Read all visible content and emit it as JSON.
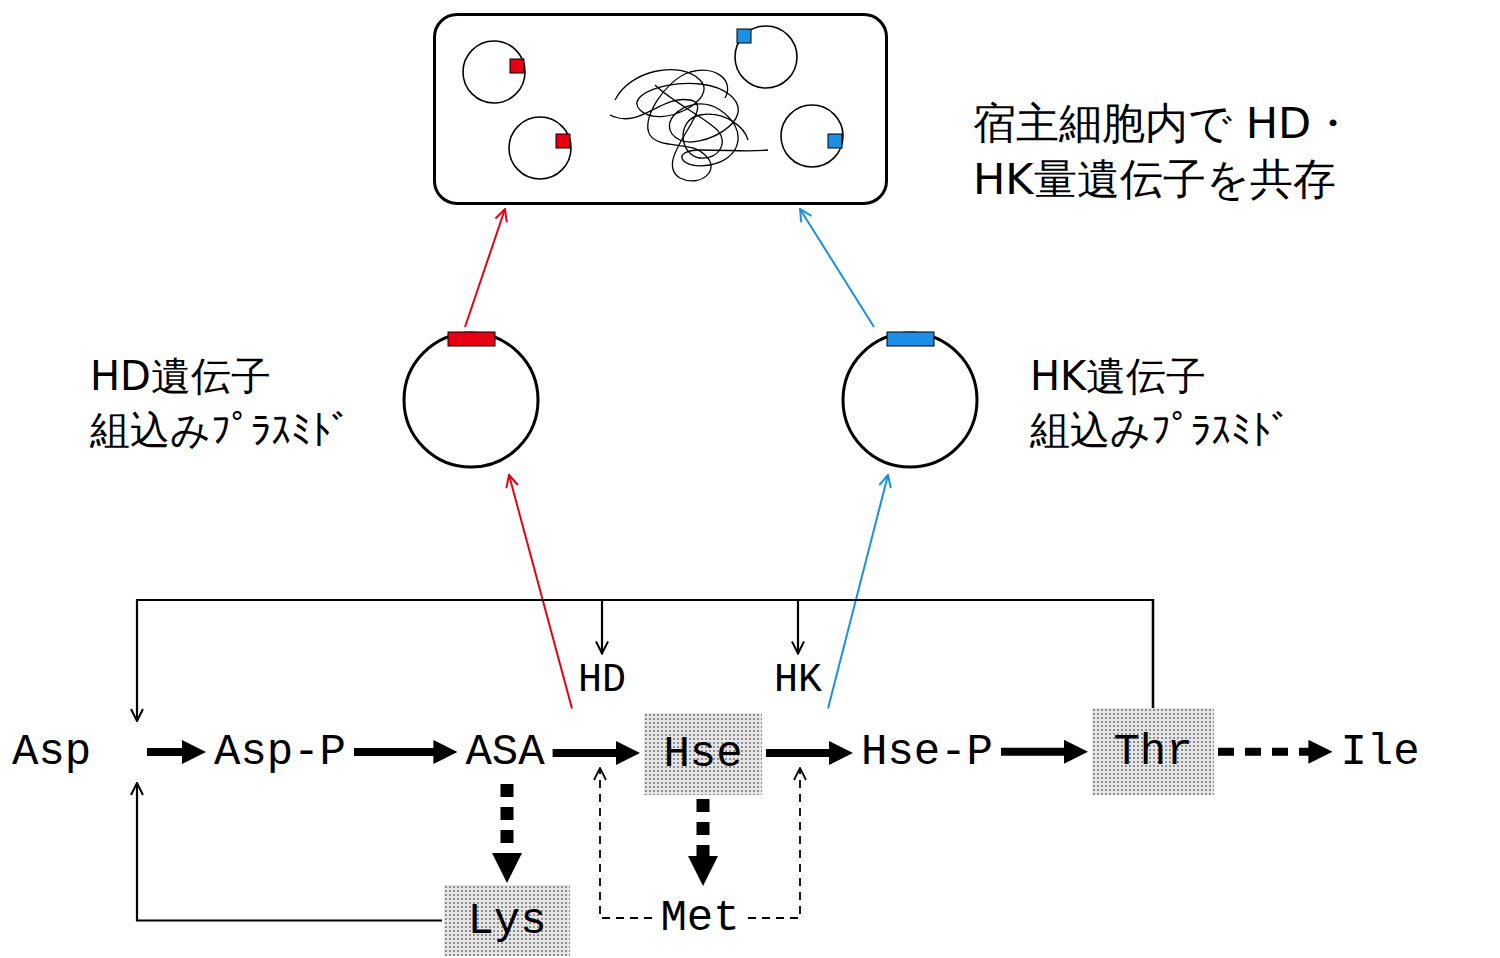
{
  "diagram": {
    "nodes": [
      {
        "text": [
          "宿主細胞内で HD・HK量遺伝子を共存"
        ]
      },
      {
        "text": [
          "HD遺伝子 組込みﾌﾟﾗｽﾐﾄﾞ"
        ]
      },
      {
        "text": [
          "HK遺伝子 組込みﾌﾟﾗｽﾐﾄﾞ"
        ]
      },
      {
        "text": [
          "HD"
        ]
      },
      {
        "text": [
          "HK"
        ]
      },
      {
        "text": [
          "Asp"
        ]
      },
      {
        "text": [
          "Asp-P"
        ]
      },
      {
        "text": [
          "ASA"
        ]
      },
      {
        "text": [
          "Hse"
        ]
      },
      {
        "text": [
          "Hse-P"
        ]
      },
      {
        "text": [
          "Thr"
        ]
      },
      {
        "text": [
          "Ile"
        ]
      },
      {
        "text": [
          "Lys"
        ]
      },
      {
        "text": [
          "Met"
        ]
      }
    ],
    "edges": [
      {
        "from": 1,
        "to": 0,
        "arrow": "to"
      },
      {
        "from": 2,
        "to": 0,
        "arrow": "to"
      },
      {
        "from": 3,
        "to": 1,
        "arrow": "to"
      },
      {
        "from": 4,
        "to": 2,
        "arrow": "to"
      },
      {
        "from": 10,
        "to": 5,
        "arrow": "to"
      },
      {
        "from": 10,
        "to": 3,
        "arrow": "to"
      },
      {
        "from": 10,
        "to": 4,
        "arrow": "to"
      },
      {
        "from": 5,
        "to": 6,
        "arrow": "to"
      },
      {
        "from": 6,
        "to": 7,
        "arrow": "to"
      },
      {
        "from": 7,
        "to": 8,
        "arrow": "to"
      },
      {
        "from": 8,
        "to": 9,
        "arrow": "to"
      },
      {
        "from": 9,
        "to": 10,
        "arrow": "to"
      },
      {
        "from": 10,
        "to": 11,
        "arrow": "to"
      },
      {
        "from": 7,
        "to": 12,
        "arrow": "to"
      },
      {
        "from": 8,
        "to": 13,
        "arrow": "to"
      },
      {
        "from": 12,
        "to": 5,
        "arrow": "to"
      }
    ]
  }
}
